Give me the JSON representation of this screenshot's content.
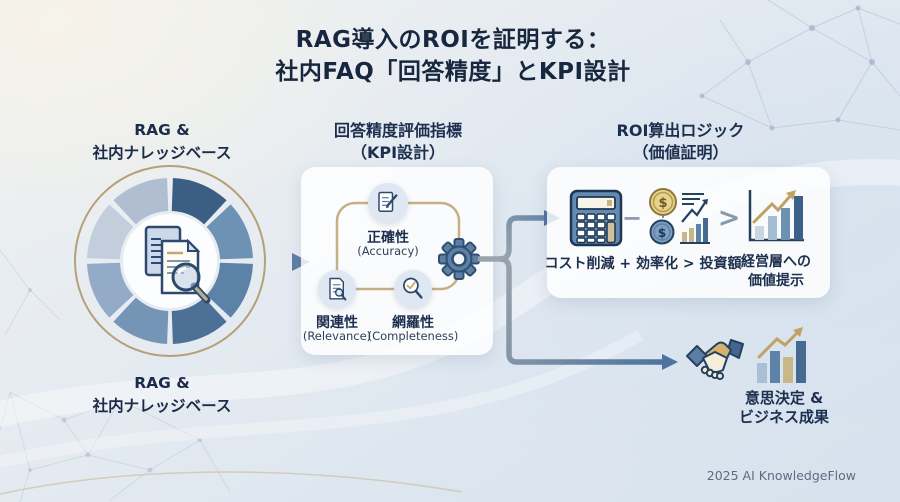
{
  "palette": {
    "navy_text": "#1c2e4d",
    "gold_accent": "#c5af87",
    "steel_arrow": "#4d74a0",
    "card_bg": "rgba(255,255,255,0.82)"
  },
  "title": {
    "line1": "RAG導入のROIを証明する：",
    "line2": "社内FAQ「回答精度」とKPI設計"
  },
  "left": {
    "top_label": {
      "line1": "RAG &",
      "line2": "社内ナレッジベース"
    },
    "bottom_label": {
      "line1": "RAG &",
      "line2": "社内ナレッジベース"
    },
    "ring_segments": [
      "#3b5e85",
      "#6e92b4",
      "#5d82a8",
      "#4d7096",
      "#7495b6",
      "#94abc8",
      "#c3cedd",
      "#b1bed2"
    ]
  },
  "kpi": {
    "heading": {
      "line1": "回答精度評価指標",
      "line2": "（KPI設計）"
    },
    "items": [
      {
        "label": "正確性",
        "sub": "(Accuracy)"
      },
      {
        "label": "関連性",
        "sub": "(Relevance)"
      },
      {
        "label": "網羅性",
        "sub": "(Completeness)"
      }
    ]
  },
  "roi": {
    "heading": {
      "line1": "ROI算出ロジック",
      "line2": "（価値証明）"
    },
    "minus": "−",
    "gt": ">",
    "coin_symbol": "$",
    "formula": "コスト削減 + 効率化 > 投資額",
    "value_label": {
      "line1": "経営層への",
      "line2": "価値提示"
    }
  },
  "outcome": {
    "label": {
      "line1": "意思決定 &",
      "line2": "ビジネス成果"
    }
  },
  "footer": {
    "credit": "2025 AI KnowledgeFlow"
  }
}
